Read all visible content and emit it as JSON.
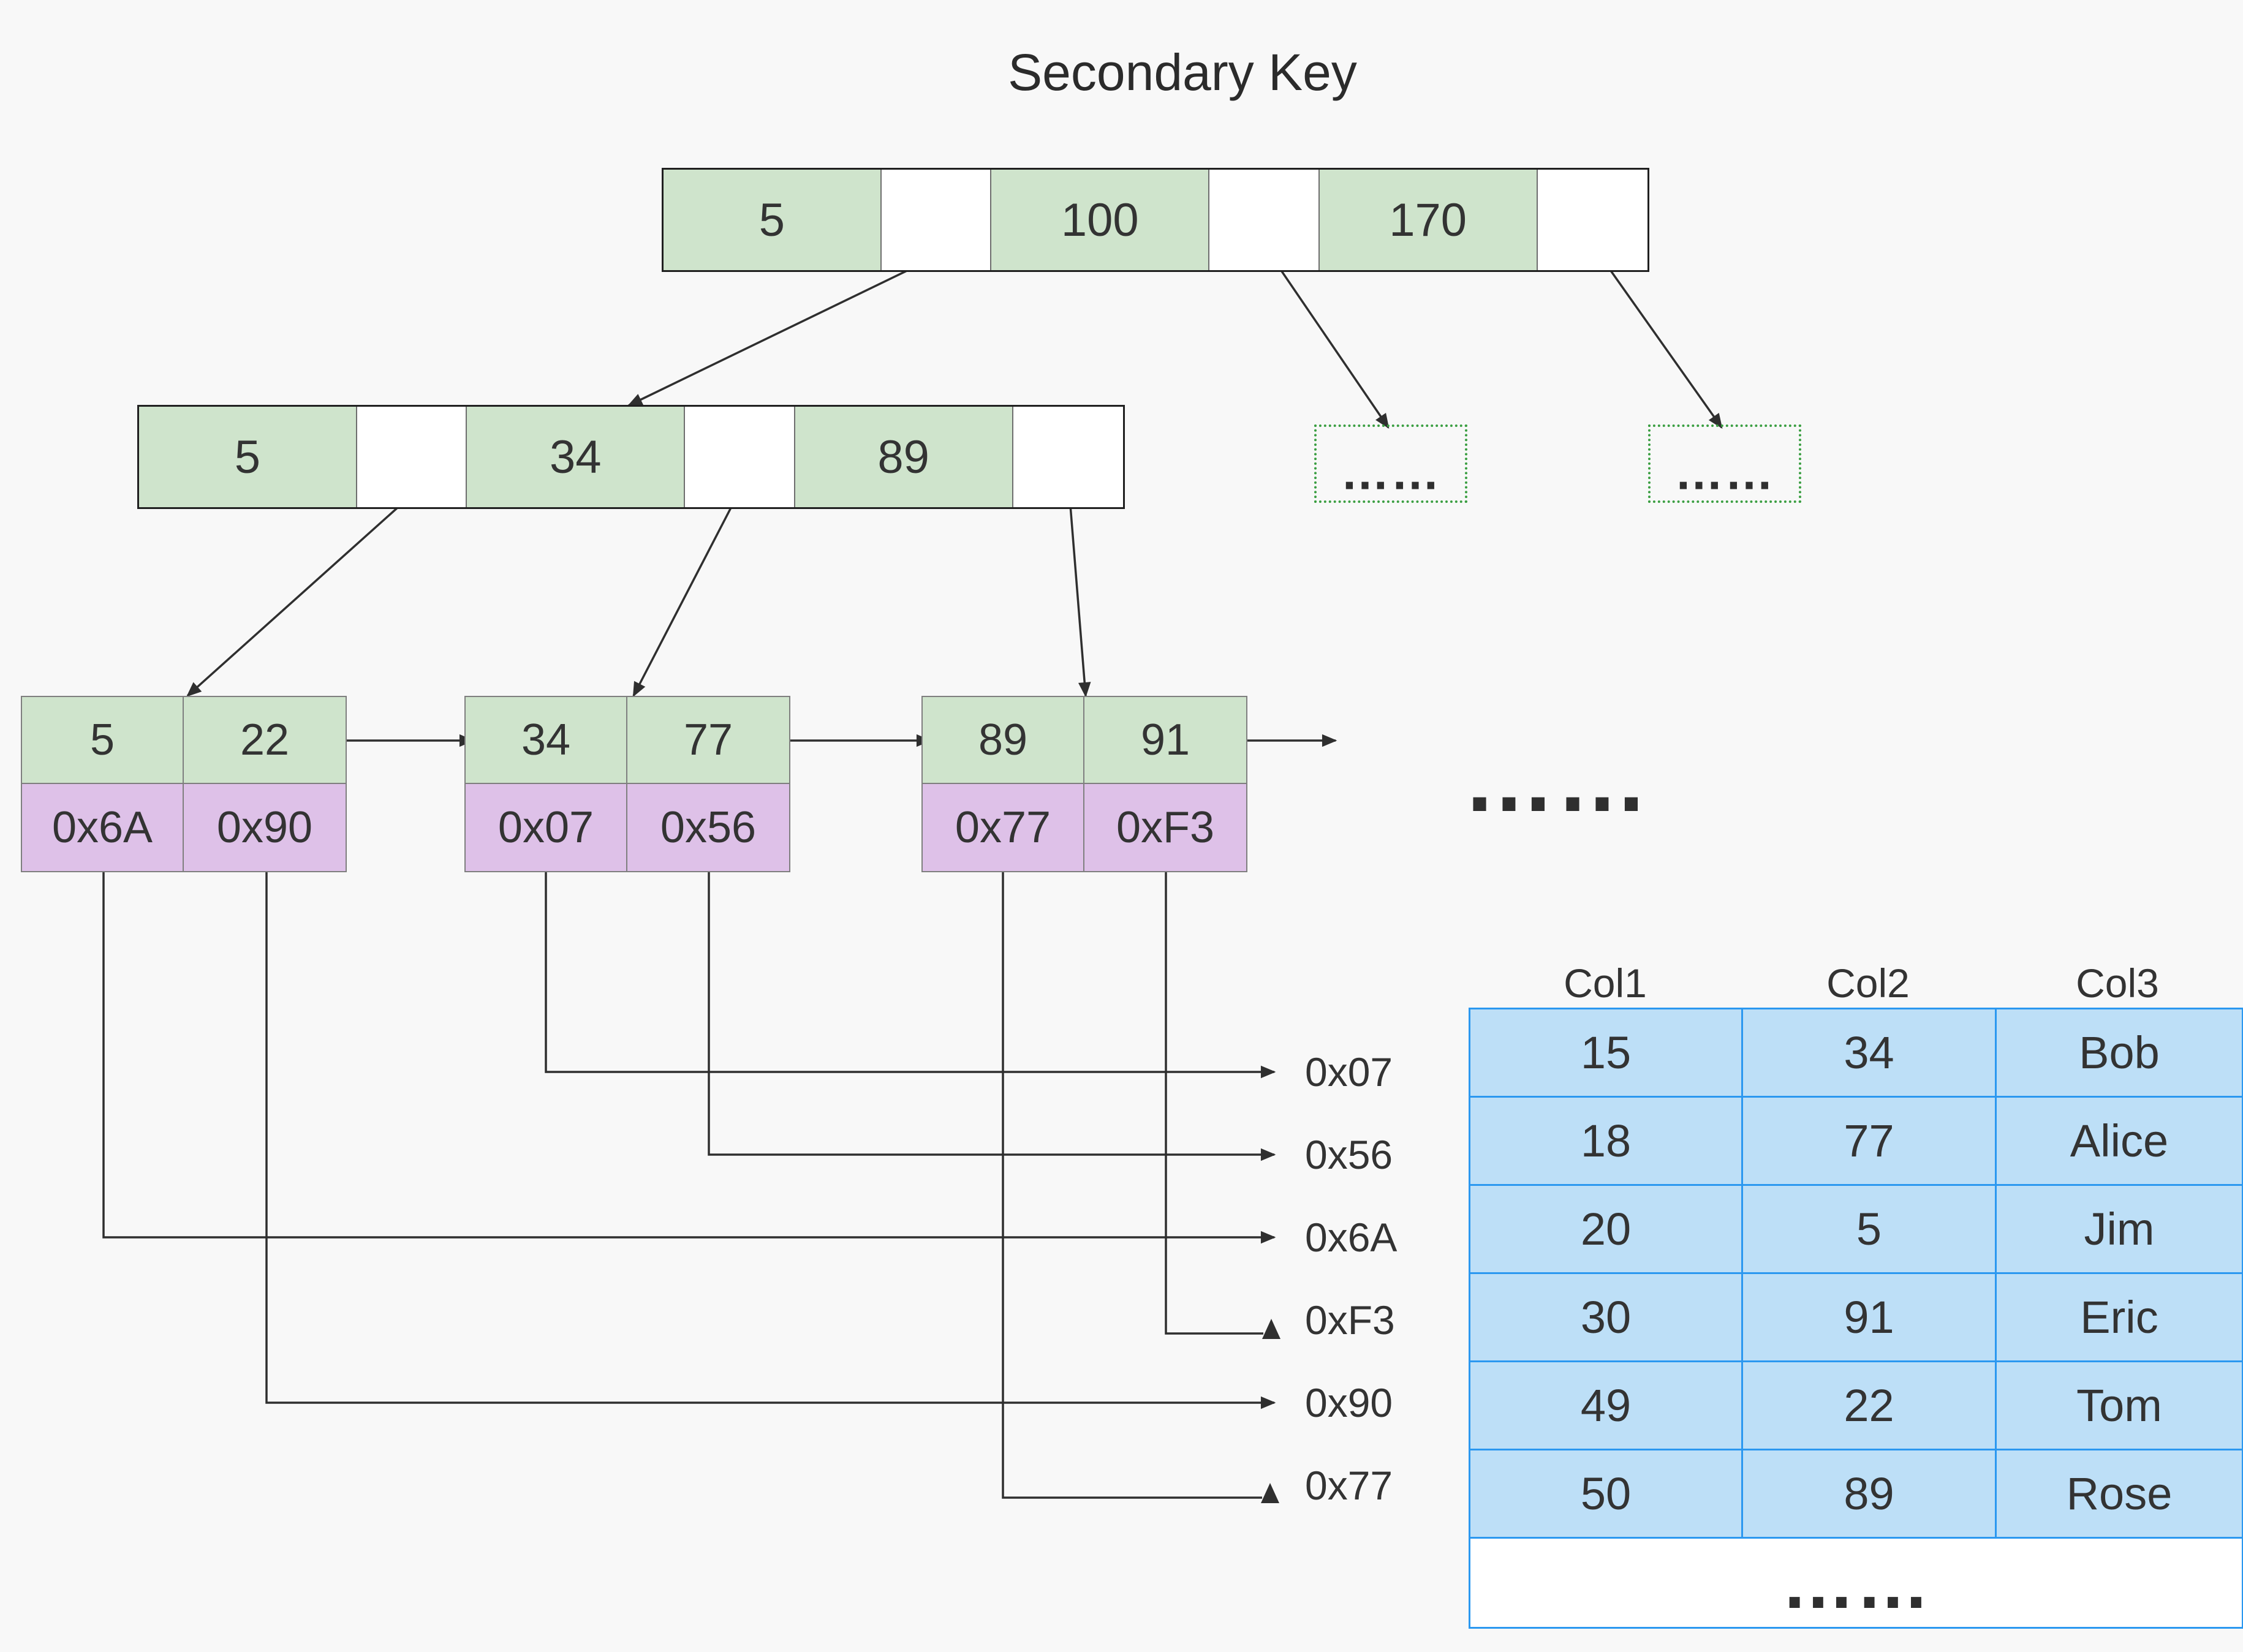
{
  "title": "Secondary Key",
  "root_node": {
    "cells": [
      "5",
      "100",
      "170"
    ]
  },
  "level2_node": {
    "cells": [
      "5",
      "34",
      "89"
    ]
  },
  "dotted_boxes": {
    "left": "……",
    "right": "……"
  },
  "leaf_nodes": [
    {
      "keys": [
        "5",
        "22"
      ],
      "pointers": [
        "0x6A",
        "0x90"
      ]
    },
    {
      "keys": [
        "34",
        "77"
      ],
      "pointers": [
        "0x07",
        "0x56"
      ]
    },
    {
      "keys": [
        "89",
        "91"
      ],
      "pointers": [
        "0x77",
        "0xF3"
      ]
    }
  ],
  "mid_ellipsis": "……",
  "pointer_labels": [
    "0x07",
    "0x56",
    "0x6A",
    "0xF3",
    "0x90",
    "0x77"
  ],
  "table": {
    "headers": [
      "Col1",
      "Col2",
      "Col3"
    ],
    "rows": [
      [
        "15",
        "34",
        "Bob"
      ],
      [
        "18",
        "77",
        "Alice"
      ],
      [
        "20",
        "5",
        "Jim"
      ],
      [
        "30",
        "91",
        "Eric"
      ],
      [
        "49",
        "22",
        "Tom"
      ],
      [
        "50",
        "89",
        "Rose"
      ]
    ],
    "ellipsis_row": "……"
  },
  "colors": {
    "background": "#f8f8f8",
    "key_cell_green": "#cfe4cc",
    "pointer_cell_purple": "#dec1e8",
    "table_fill_blue": "#bddff7",
    "table_border_blue": "#2b98f0",
    "dotted_box_green": "#3a9e41",
    "connector_line": "#2f2f2f"
  }
}
